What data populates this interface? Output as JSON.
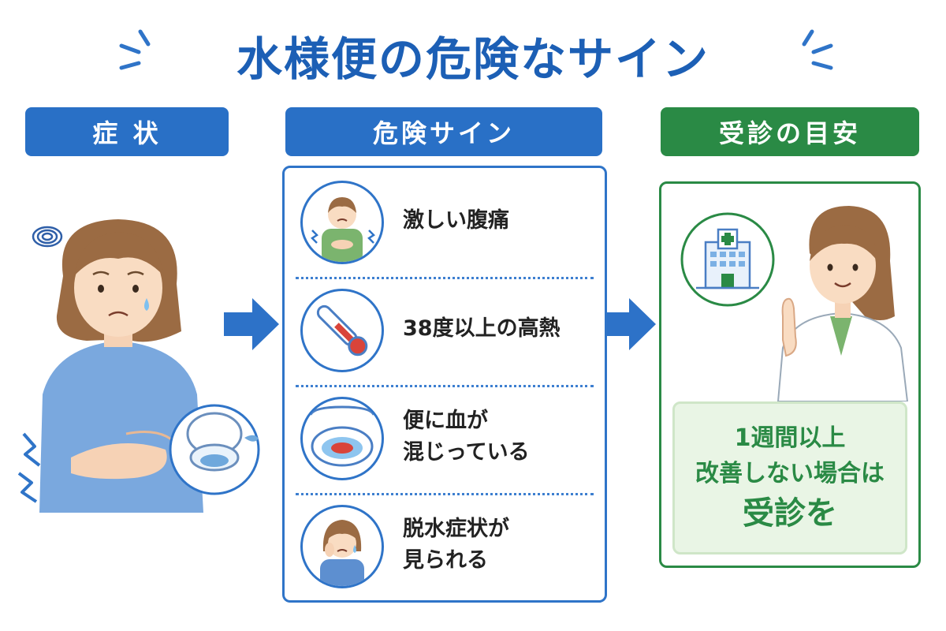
{
  "title": "水様便の危険なサイン",
  "columns": {
    "symptoms": {
      "label": "症 状"
    },
    "danger": {
      "label": "危険サイン"
    },
    "visit": {
      "label": "受診の目安"
    }
  },
  "danger_signs": [
    {
      "lines": [
        "激しい腹痛"
      ],
      "icon": "stomach-pain-icon"
    },
    {
      "lines": [
        "38度以上の高熱"
      ],
      "icon": "thermometer-icon"
    },
    {
      "lines": [
        "便に血が",
        "混じっている"
      ],
      "icon": "bloody-stool-icon"
    },
    {
      "lines": [
        "脱水症状が",
        "見られる"
      ],
      "icon": "dehydration-icon"
    }
  ],
  "advice": {
    "line1": "1週間以上",
    "line2": "改善しない場合は",
    "line3": "受診を"
  },
  "colors": {
    "primary_blue": "#2970c6",
    "primary_green": "#2a8a45",
    "advice_bg": "#e9f5e5"
  }
}
